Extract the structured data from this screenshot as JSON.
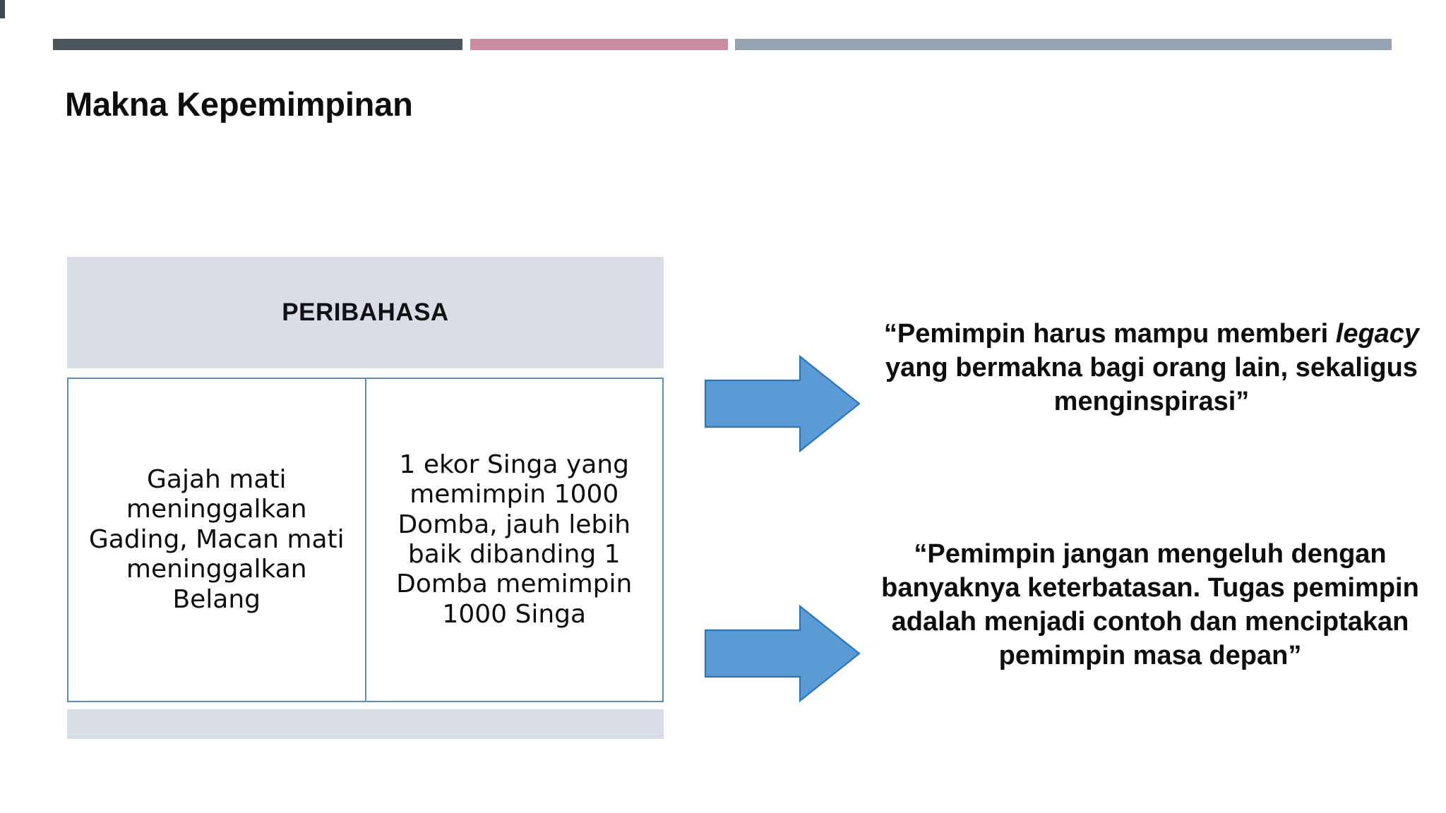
{
  "slide": {
    "title": "Makna Kepemimpinan",
    "background_color": "#ffffff"
  },
  "decor_bars": [
    {
      "name": "dark",
      "color": "#4a565c"
    },
    {
      "name": "pink",
      "color": "#c98ca0"
    },
    {
      "name": "gray",
      "color": "#95a3b0"
    },
    {
      "name": "edge",
      "color": "#3f4a50"
    }
  ],
  "table": {
    "header_label": "PERIBAHASA",
    "header_color": "#d9dde5",
    "border_color": "#5b8db8",
    "footer_color": "#d9dde5",
    "cells": [
      "Gajah mati meninggalkan Gading, Macan mati meninggalkan Belang",
      "1 ekor Singa yang memimpin 1000 Domba, jauh lebih baik dibanding 1 Domba memimpin 1000 Singa"
    ]
  },
  "arrows": {
    "fill_color": "#5b9bd5",
    "stroke_color": "#2e74b5",
    "direction": "right",
    "count": 2
  },
  "quotes": [
    {
      "id": "quote-legacy",
      "lead": "“Pemimpin harus mampu memberi ",
      "emphasis": "legacy",
      "tail": " yang bermakna bagi orang lain, sekaligus menginspirasi”"
    },
    {
      "id": "quote-keterbatasan",
      "text": "“Pemimpin jangan mengeluh dengan banyaknya keterbatasan. Tugas pemimpin adalah menjadi contoh dan menciptakan pemimpin masa depan”"
    }
  ]
}
